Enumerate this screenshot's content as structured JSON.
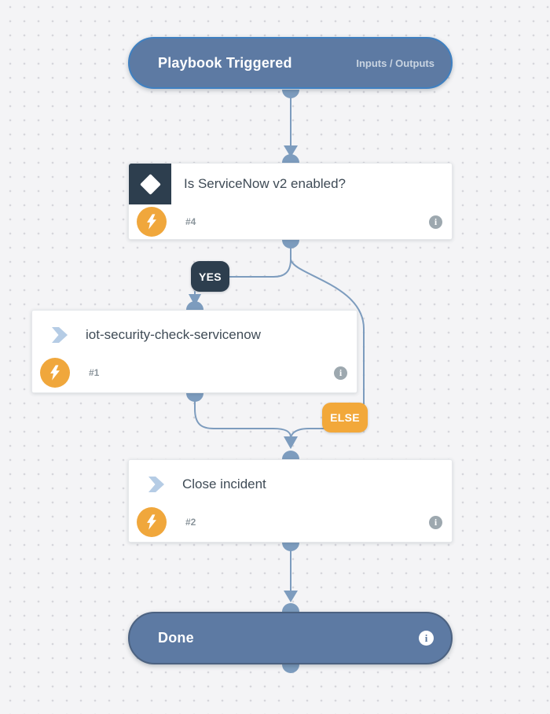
{
  "nodes": {
    "start": {
      "title": "Playbook Triggered",
      "link": "Inputs / Outputs"
    },
    "condition": {
      "title": "Is ServiceNow v2 enabled?",
      "id": "#4"
    },
    "subplaybook": {
      "title": "iot-security-check-servicenow",
      "id": "#1"
    },
    "task": {
      "title": "Close incident",
      "id": "#2"
    },
    "end": {
      "title": "Done"
    }
  },
  "branches": {
    "yes": "YES",
    "else": "ELSE"
  },
  "icons": {
    "info_glyph": "i"
  },
  "colors": {
    "background": "#f4f4f6",
    "dot": "#d6d6dc",
    "node_fill": "#5d7aa3",
    "start_border": "#3f80c1",
    "end_border": "#4c6281",
    "connector": "#7d9cbe",
    "condition_dark": "#2d3e4e",
    "action_orange": "#f0a73c",
    "else_orange": "#f2a83a",
    "title_text": "#3f4b56",
    "muted_text": "#8b959c",
    "info_gray": "#9da8af"
  }
}
